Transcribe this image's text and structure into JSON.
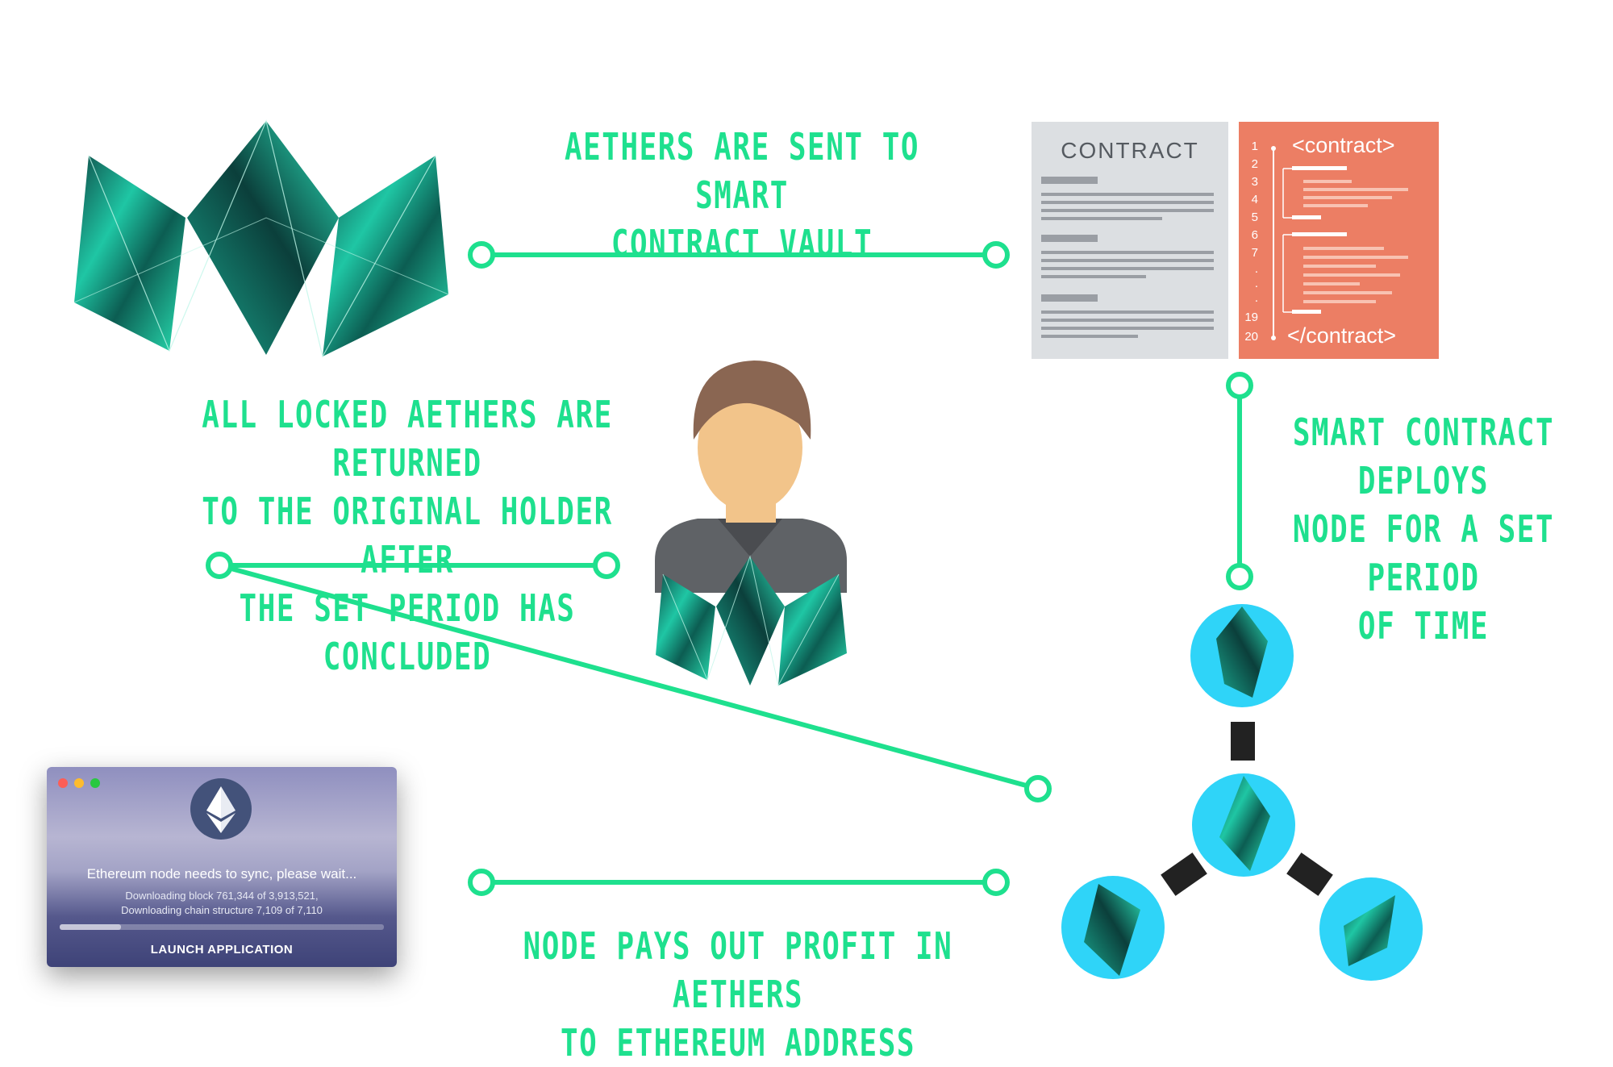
{
  "captions": {
    "sent_to_vault": [
      "Aethers are sent to smart",
      "contract vault"
    ],
    "returned": [
      "All locked Aethers are returned",
      "to the original holder after",
      "the set period has concluded"
    ],
    "deploys": [
      "Smart contract deploys",
      "node for a set period",
      "of time"
    ],
    "pays_out": [
      "Node pays out profit in Aethers",
      "to Ethereum address"
    ]
  },
  "contract_doc": {
    "title": "CONTRACT"
  },
  "code_panel": {
    "open_tag": "<contract>",
    "close_tag": "</contract>",
    "line_numbers": [
      "1",
      "2",
      "3",
      "4",
      "5",
      "6",
      "7",
      ".",
      ".",
      ".",
      "19",
      "20"
    ]
  },
  "ethereum_app": {
    "status": "Ethereum node needs to sync, please wait...",
    "detail_block": "Downloading block 761,344 of 3,913,521,",
    "detail_chain": "Downloading chain structure 7,109 of 7,110",
    "button": "LAUNCH APPLICATION",
    "progress": 0.19
  },
  "colors": {
    "accent": "#1ee08e",
    "node_circle": "#2fd4f8",
    "contract_paper": "#dcdfe2",
    "code_panel": "#ec7e64"
  }
}
